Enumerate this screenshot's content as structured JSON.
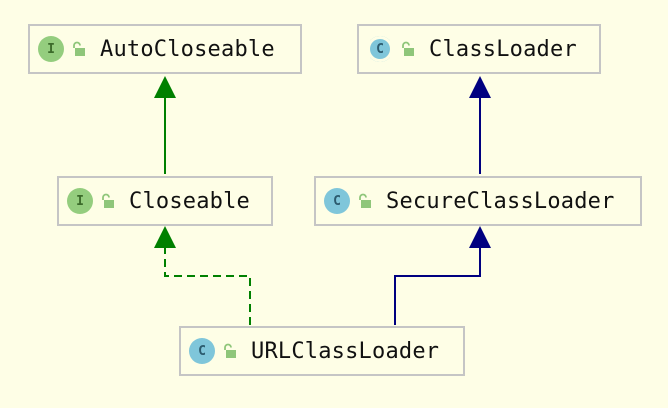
{
  "diagram": {
    "nodes": [
      {
        "id": "autocloseable",
        "label": "AutoCloseable",
        "kind": "interface",
        "kind_glyph": "I",
        "visibility_icon": "unlocked-public-icon"
      },
      {
        "id": "classloader",
        "label": "ClassLoader",
        "kind": "abstract-class",
        "kind_glyph": "C",
        "visibility_icon": "unlocked-public-icon"
      },
      {
        "id": "closeable",
        "label": "Closeable",
        "kind": "interface",
        "kind_glyph": "I",
        "visibility_icon": "unlocked-public-icon"
      },
      {
        "id": "secureclassloader",
        "label": "SecureClassLoader",
        "kind": "class",
        "kind_glyph": "C",
        "visibility_icon": "unlocked-public-icon"
      },
      {
        "id": "urlclassloader",
        "label": "URLClassLoader",
        "kind": "class",
        "kind_glyph": "C",
        "visibility_icon": "unlocked-public-icon"
      }
    ],
    "edges": [
      {
        "from": "closeable",
        "to": "autocloseable",
        "relation": "extends",
        "style": "solid",
        "color": "#008000"
      },
      {
        "from": "secureclassloader",
        "to": "classloader",
        "relation": "extends",
        "style": "solid",
        "color": "#000080"
      },
      {
        "from": "urlclassloader",
        "to": "closeable",
        "relation": "implements",
        "style": "dashed",
        "color": "#008000"
      },
      {
        "from": "urlclassloader",
        "to": "secureclassloader",
        "relation": "extends",
        "style": "solid",
        "color": "#000080"
      }
    ]
  },
  "colors": {
    "background": "#fefee6",
    "node_border": "#c5c5c5",
    "interface_badge": "#94cd7e",
    "class_badge": "#7fc6da",
    "interface_edge": "#008000",
    "class_edge": "#000080",
    "lock_icon": "#8fc67a"
  }
}
